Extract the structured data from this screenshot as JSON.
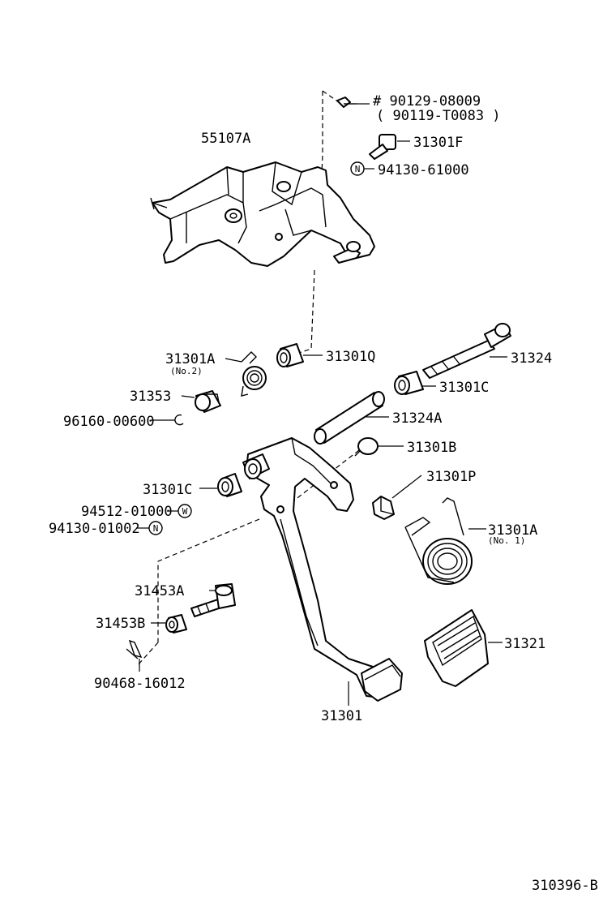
{
  "diagram": {
    "figure_id": "310396-B",
    "labels": {
      "bolt_top": "# 90129-08009",
      "bolt_top_alt": "( 90119-T0083 )",
      "support": "55107A",
      "bolt_31301F": "31301F",
      "nut_94130_61000": "94130-61000",
      "spring_no2": "31301A",
      "spring_no2_note": "(No.2)",
      "bush_31301Q": "31301Q",
      "shaft_31324": "31324",
      "clip_31353": "31353",
      "bush_31301C_right": "31301C",
      "ring_96160": "96160-00600",
      "pipe_31324A": "31324A",
      "bush_31301B": "31301B",
      "stopper_31301P": "31301P",
      "bush_31301C_left": "31301C",
      "washer_94512": "94512-01000",
      "nut_94130_01002": "94130-01002",
      "spring_no1": "31301A",
      "spring_no1_note": "(No. 1)",
      "pin_31453A": "31453A",
      "bush_31453B": "31453B",
      "pad_31321": "31321",
      "clip_90468": "90468-16012",
      "pedal_31301": "31301"
    },
    "symbols": {
      "nut_marker": "N",
      "washer_marker": "W"
    }
  }
}
